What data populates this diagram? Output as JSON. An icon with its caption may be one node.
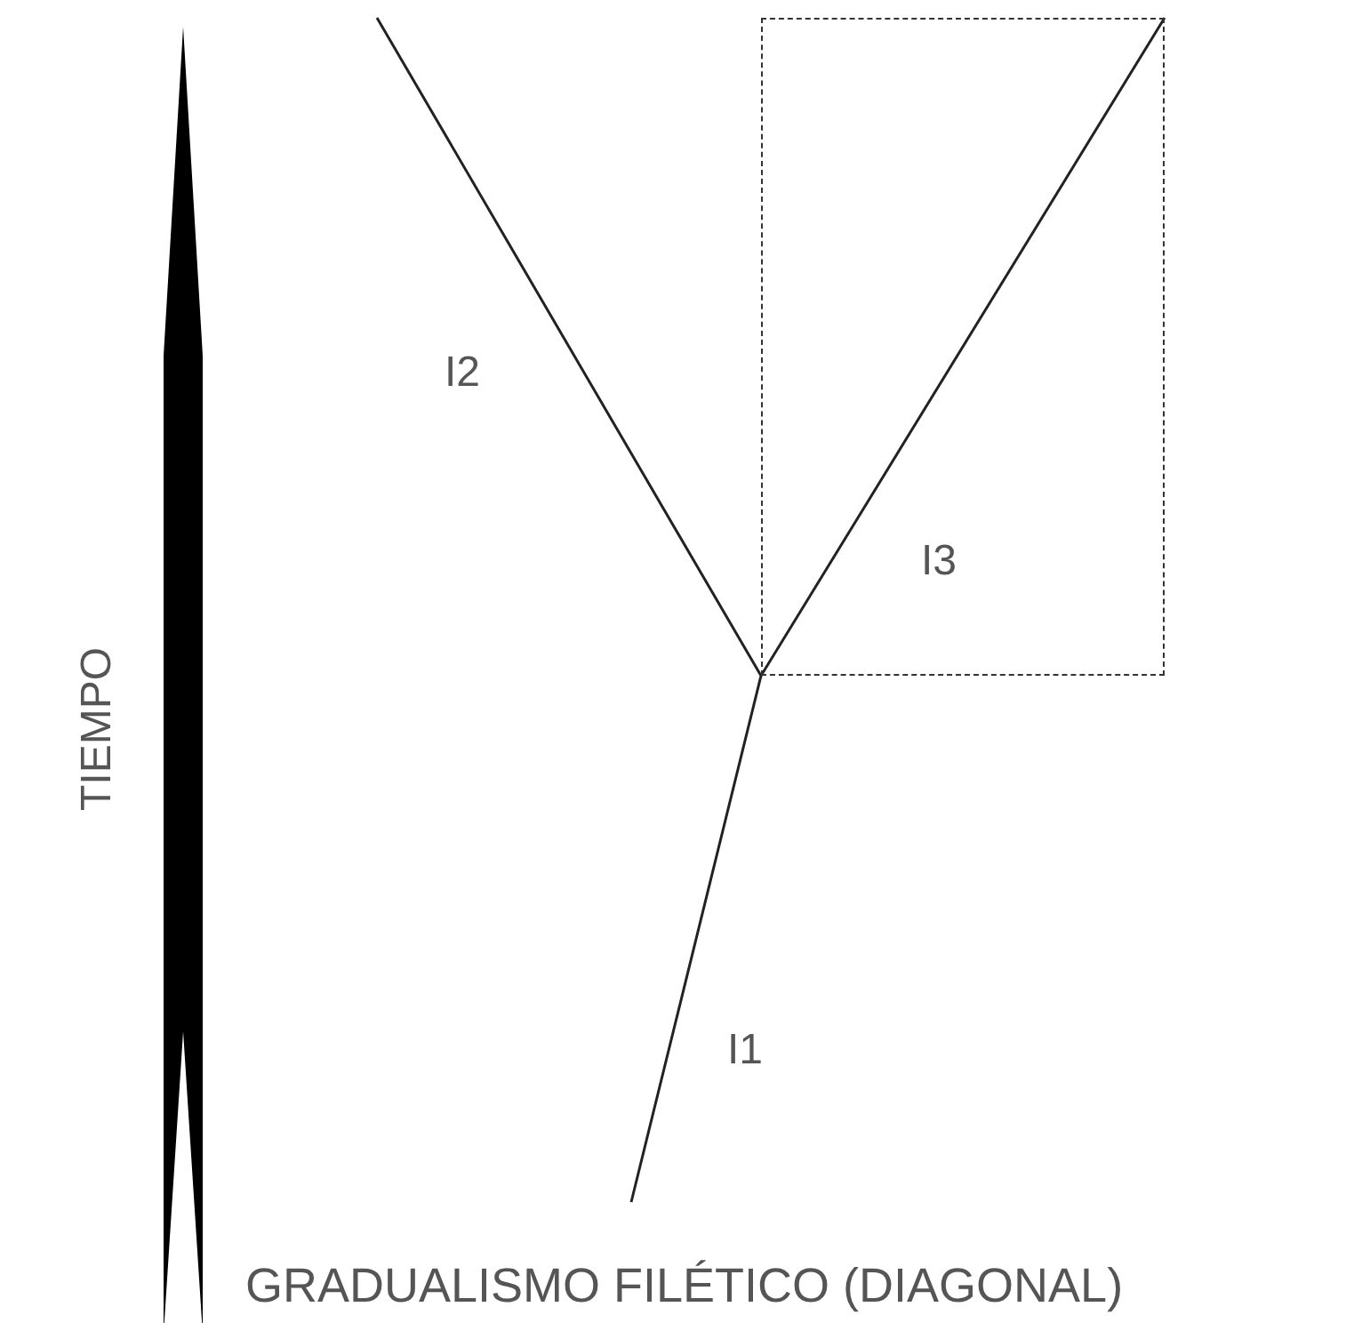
{
  "diagram": {
    "caption": "GRADUALISMO FILÉTICO (DIAGONAL)",
    "nodes": [
      {
        "text": [
          "I3"
        ]
      }
    ],
    "labels": [
      "I2",
      "TIEMPO",
      "I1"
    ]
  }
}
